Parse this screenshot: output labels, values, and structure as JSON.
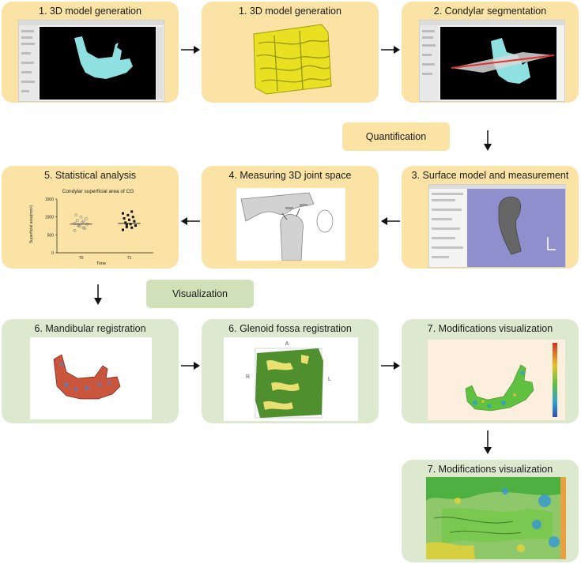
{
  "boxes": {
    "b1": {
      "title": "1. 3D model generation"
    },
    "b2": {
      "title": "1. 3D model generation"
    },
    "b3": {
      "title": "2. Condylar segmentation"
    },
    "b4": {
      "title": "3. Surface model and measurement"
    },
    "b5": {
      "title": "4. Measuring 3D joint space"
    },
    "b6": {
      "title": "5. Statistical analysis"
    },
    "b7": {
      "title": "6. Mandibular registration"
    },
    "b8": {
      "title": "6. Glenoid fossa registration"
    },
    "b9": {
      "title": "7. Modifications visualization"
    },
    "b10": {
      "title": "7. Modifications visualization"
    }
  },
  "labels": {
    "quantification": "Quantification",
    "visualization": "Visualization"
  },
  "orientation": {
    "a": "A",
    "r": "R",
    "l": "L"
  },
  "chart_data": {
    "type": "scatter",
    "title": "Condylar superficial area of CG",
    "ylabel": "Superficial area(mm²)",
    "xlabel": "Time",
    "categories": [
      "T0",
      "T1"
    ],
    "yticks": [
      "0",
      "500",
      "1000",
      "1500"
    ],
    "ylim": [
      0,
      1500
    ],
    "series": [
      {
        "values": [
          620,
          700,
          760,
          800,
          850,
          900,
          950,
          1000,
          1050,
          680,
          740,
          820,
          880,
          780
        ]
      },
      {
        "values": [
          640,
          700,
          720,
          760,
          800,
          840,
          880,
          920,
          960,
          1000,
          1050,
          1100,
          1150,
          780
        ]
      }
    ],
    "means": [
      800,
      820
    ]
  },
  "colors": {
    "yellow_box": "#fae3a4",
    "green_box": "#dde9cf",
    "bone_cyan": "#8fe0e0",
    "bone_yellow": "#e8e020",
    "bone_red": "#c8553c"
  }
}
